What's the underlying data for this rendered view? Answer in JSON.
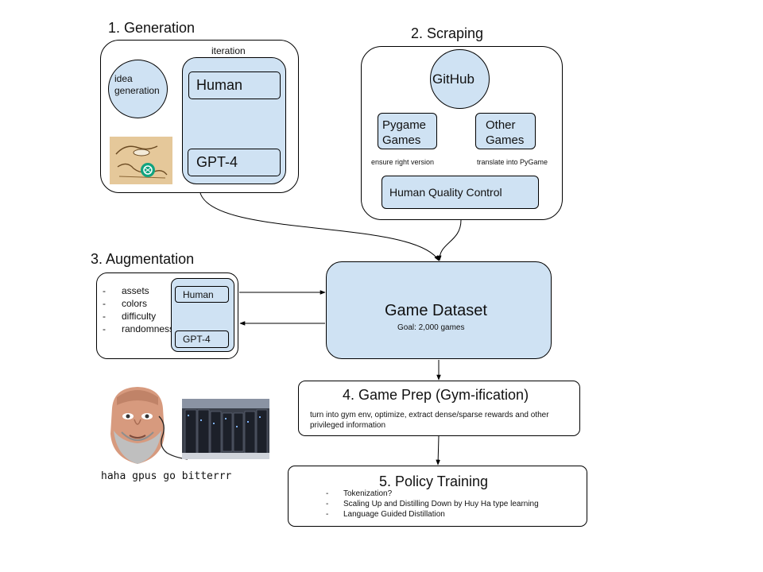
{
  "generation": {
    "title": "1. Generation",
    "iteration_label": "iteration",
    "idea_label": "idea\ngeneration",
    "human_label": "Human",
    "gpt_label": "GPT-4",
    "image_icon": "chatgpt-logo-drawing"
  },
  "scraping": {
    "title": "2. Scraping",
    "source_label": "GitHub",
    "pygame_label": "Pygame\nGames",
    "other_label": "Other\nGames",
    "left_edge_label": "ensure right version",
    "right_edge_label": "translate into PyGame",
    "qc_label": "Human Quality Control"
  },
  "augmentation": {
    "title": "3. Augmentation",
    "items": [
      "assets",
      "colors",
      "difficulty",
      "randomness"
    ],
    "human_label": "Human",
    "gpt_label": "GPT-4"
  },
  "dataset": {
    "title": "Game Dataset",
    "goal": "Goal: 2,000 games"
  },
  "game_prep": {
    "title": "4. Game Prep (Gym-ification)",
    "description": "turn into gym env, optimize, extract dense/sparse rewards and other privileged information"
  },
  "policy": {
    "title": "5. Policy Training",
    "items": [
      "Tokenization?",
      "Scaling Up and Distilling Down by Huy Ha type learning",
      "Language Guided Distillation"
    ]
  },
  "meme": {
    "caption": "haha gpus go bitterrr",
    "face_icon": "bearded-man-face",
    "rack_icon": "server-racks"
  },
  "colors": {
    "box_fill": "#cfe2f3",
    "stroke": "#000000"
  }
}
